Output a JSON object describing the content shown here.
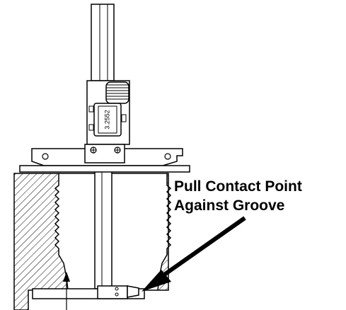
{
  "diagram": {
    "caliper_readout": "3.2552",
    "callout": {
      "line1": "Pull Contact Point",
      "line2": "Against Groove"
    }
  },
  "colors": {
    "ink": "#000000",
    "paper": "#ffffff"
  }
}
